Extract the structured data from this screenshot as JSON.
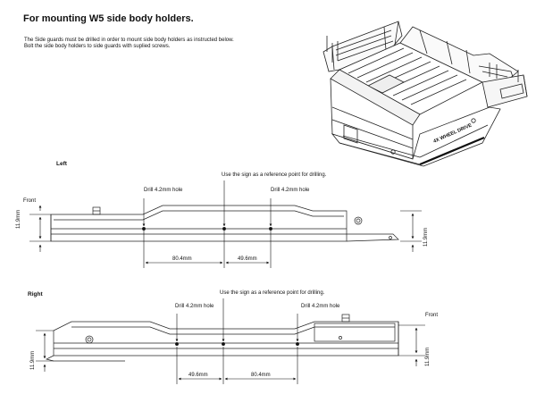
{
  "header": {
    "title": "For mounting W5 side body holders.",
    "instruction_1": "The Side guards must be drilled in order to mount side body holders as instructed below.",
    "instruction_2": "Bolt the side body holders to side guards with suplied screws."
  },
  "left": {
    "label": "Left",
    "front_label": "Front",
    "reference_note": "Use the sign as a reference point for drilling.",
    "drill_a": "Drill 4.2mm hole",
    "drill_b": "Drill 4.2mm hole",
    "dim_a": "80.4mm",
    "dim_b": "49.6mm",
    "height_left": "11.9mm",
    "height_right": "11.9mm"
  },
  "right": {
    "label": "Right",
    "front_label": "Front",
    "reference_note": "Use the sign as a reference point for drilling.",
    "drill_a": "Drill 4.2mm hole",
    "drill_b": "Drill 4.2mm hole",
    "dim_a": "49.6mm",
    "dim_b": "80.4mm",
    "height_left": "11.9mm",
    "height_right": "11.9mm"
  },
  "illustration": {
    "decal_text": "4X WHEEL DRIVE"
  }
}
